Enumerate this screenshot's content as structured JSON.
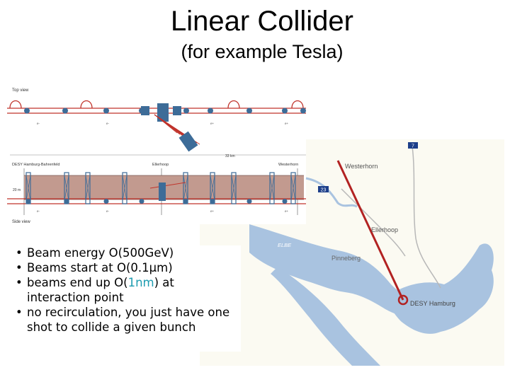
{
  "title": "Linear Collider",
  "subtitle": "(for example Tesla)",
  "diagram": {
    "top_view_label": "Top view",
    "side_view_label": "Side view",
    "length_label": "33 km",
    "height_label": "20 m",
    "sites": [
      "DESY Hamburg-Bahrenfeld",
      "Ellerhoop",
      "Westerhorn"
    ],
    "beam_labels": [
      "e-",
      "e-",
      "e+",
      "e+"
    ],
    "colors": {
      "tunnel": "#c29a8f",
      "beamline": "#c0332b",
      "module": "#3d6c98"
    }
  },
  "map": {
    "places": [
      "Westerhorn",
      "Ellerhoop",
      "Pinneberg",
      "DESY Hamburg",
      "ELBE"
    ],
    "road_signs": [
      "7",
      "23"
    ],
    "colors": {
      "water": "#a9c3e0",
      "line": "#b22222",
      "land": "#fbfaf2"
    }
  },
  "bullets": {
    "items": [
      {
        "pre": "Beam energy O(500GeV)",
        "hl": "",
        "post": ""
      },
      {
        "pre": "Beams start at O(0.1μm)",
        "hl": "",
        "post": ""
      },
      {
        "pre": "beams end up O(",
        "hl": "1nm",
        "post": ") at interaction point"
      },
      {
        "pre": "no recirculation, you just have one shot to collide a given bunch",
        "hl": "",
        "post": ""
      }
    ],
    "bullet_char": "•"
  }
}
